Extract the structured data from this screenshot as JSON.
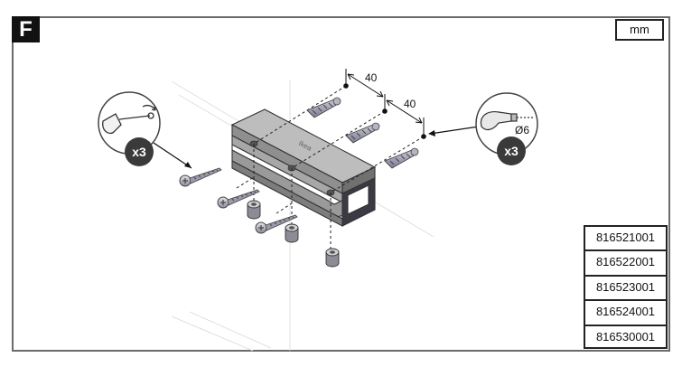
{
  "step": {
    "letter": "F"
  },
  "unit": "mm",
  "dimensions": {
    "spacing_1": "40",
    "spacing_2": "40"
  },
  "drill": {
    "diameter": "Ø6",
    "count": "x3"
  },
  "screw": {
    "count": "x3"
  },
  "part_numbers": [
    "816521001",
    "816522001",
    "816523001",
    "816524001",
    "816530001"
  ],
  "colors": {
    "frame": "#6b6b6b",
    "badge": "#111111",
    "hardware": "#9a9aaa",
    "bracket": "#a5a5a5"
  }
}
